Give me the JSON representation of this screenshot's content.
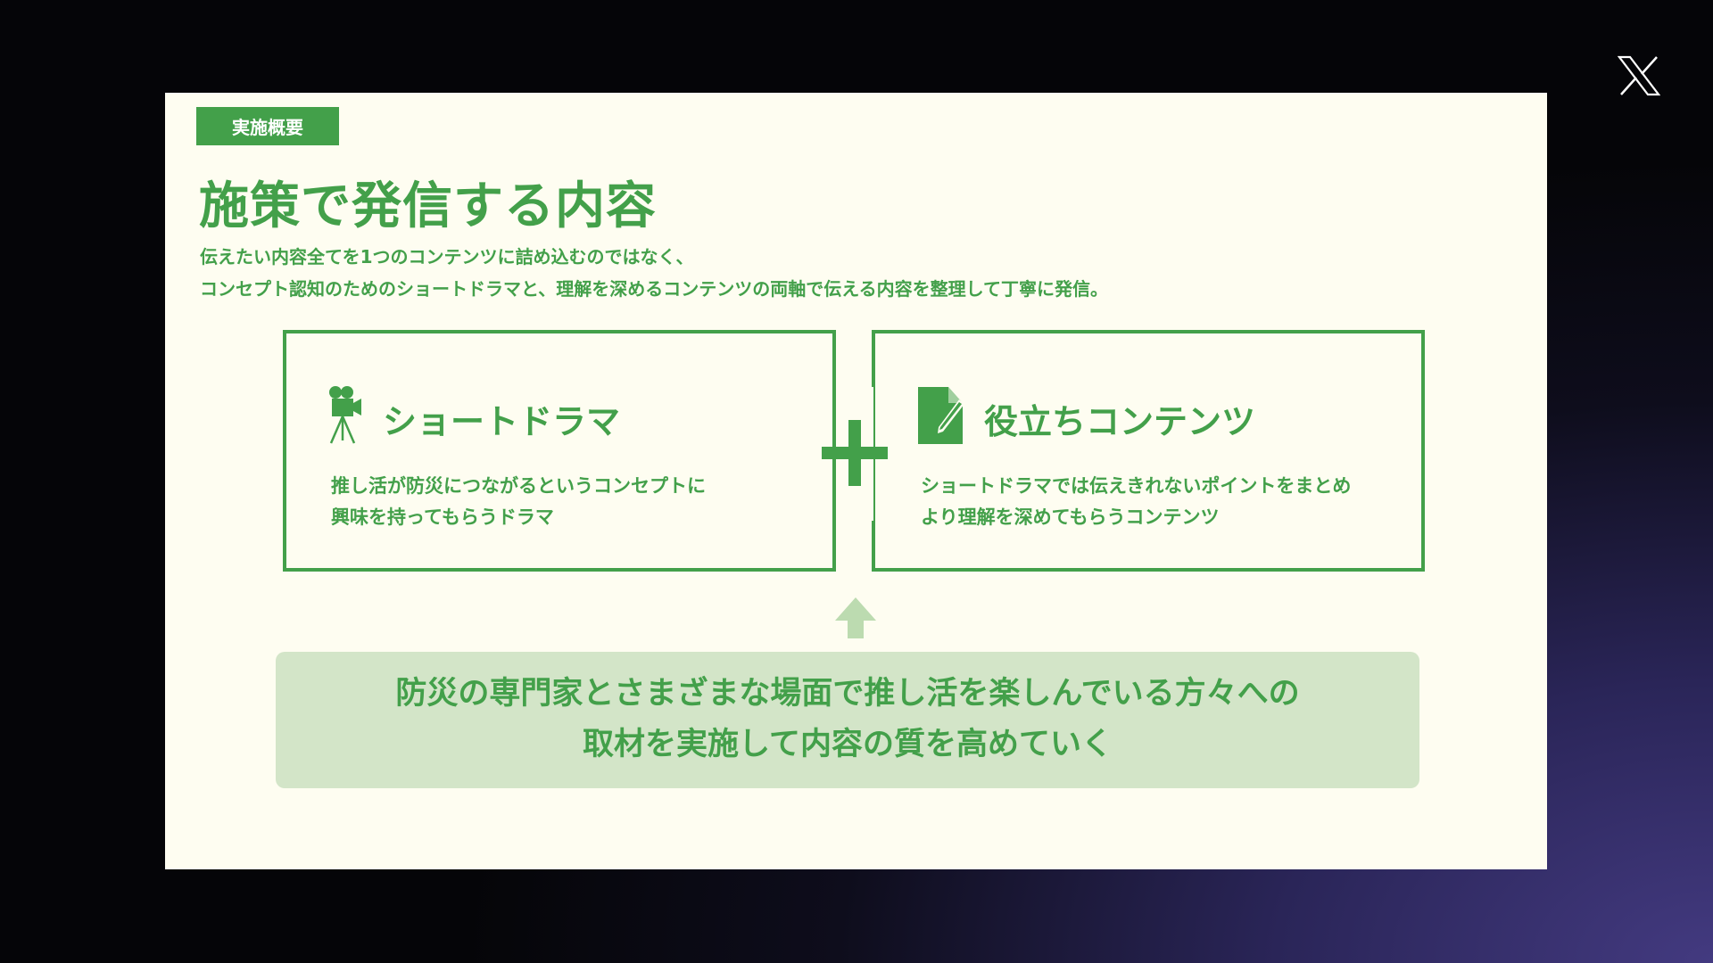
{
  "tag": "実施概要",
  "title": "施策で発信する内容",
  "subtitle": [
    "伝えたい内容全てを1つのコンテンツに詰め込むのではなく、",
    "コンセプト認知のためのショートドラマと、理解を深めるコンテンツの両軸で伝える内容を整理して丁寧に発信。"
  ],
  "cards": [
    {
      "icon": "movie-camera-icon",
      "title": "ショートドラマ",
      "desc": [
        "推し活が防災につながるというコンセプトに",
        "興味を持ってもらうドラマ"
      ]
    },
    {
      "icon": "document-pencil-icon",
      "title": "役立ちコンテンツ",
      "desc": [
        "ショートドラマでは伝えきれないポイントをまとめ",
        "より理解を深めてもらうコンテンツ"
      ]
    }
  ],
  "bottom": [
    "防災の専門家とさまざまな場面で推し活を楽しんでいる方々への",
    "取材を実施して内容の質を高めていく"
  ],
  "colors": {
    "accent": "#43a04a",
    "panel": "#d3e5c8",
    "slide": "#fefdf1"
  }
}
